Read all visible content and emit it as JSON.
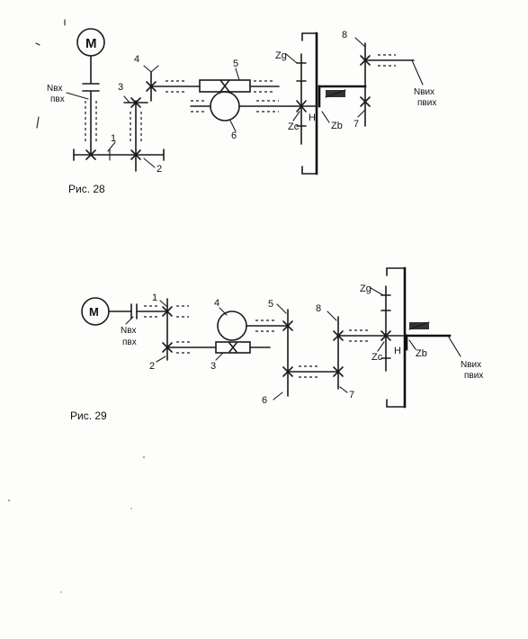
{
  "fig28": {
    "caption": "Рис. 28",
    "motor": "M",
    "in_power": "Nвх",
    "in_speed": "пвх",
    "out_power": "Nвих",
    "out_speed": "пвих",
    "gears": {
      "g1": "1",
      "g2": "2",
      "g3": "3",
      "g4": "4",
      "g5": "5",
      "g6": "6",
      "g7": "7",
      "g8": "8"
    },
    "planetary": {
      "zg": "Zg",
      "zc": "Zc",
      "zb": "Zb",
      "h": "H"
    }
  },
  "fig29": {
    "caption": "Рис. 29",
    "motor": "M",
    "in_power": "Nвх",
    "in_speed": "пвх",
    "out_power": "Nвих",
    "out_speed": "пвих",
    "gears": {
      "g1": "1",
      "g2": "2",
      "g3": "3",
      "g4": "4",
      "g5": "5",
      "g6": "6",
      "g7": "7",
      "g8": "8"
    },
    "planetary": {
      "zg": "Zg",
      "zc": "Zc",
      "zb": "Zb",
      "h": "H"
    }
  }
}
